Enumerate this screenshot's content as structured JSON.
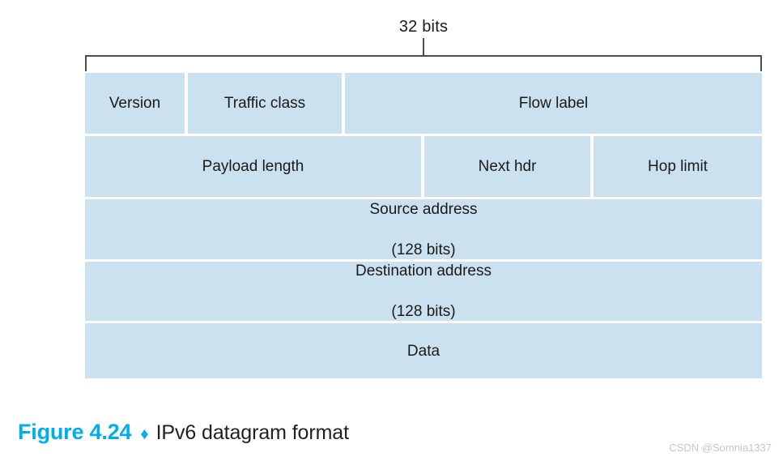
{
  "figure": {
    "width_label": "32 bits",
    "caption_number": "Figure 4.24",
    "caption_diamond": "♦",
    "caption_text": "IPv6 datagram format",
    "watermark": "CSDN @Somnia1337",
    "accent_color": "#00AEEF",
    "field_fill_color": "#cbe1f0",
    "rule_color": "#4d4d4d",
    "background_color": "#ffffff"
  },
  "chart_data": {
    "type": "diagram",
    "title": "IPv6 datagram format",
    "total_width_bits": 32,
    "rows": [
      {
        "fields": [
          {
            "label": "Version",
            "bits": 4
          },
          {
            "label": "Traffic class",
            "bits": 8
          },
          {
            "label": "Flow label",
            "bits": 20
          }
        ]
      },
      {
        "fields": [
          {
            "label": "Payload length",
            "bits": 16
          },
          {
            "label": "Next hdr",
            "bits": 8
          },
          {
            "label": "Hop limit",
            "bits": 8
          }
        ]
      },
      {
        "fields": [
          {
            "label": "Source address",
            "sublabel": "(128 bits)",
            "bits": 128
          }
        ]
      },
      {
        "fields": [
          {
            "label": "Destination address",
            "sublabel": "(128 bits)",
            "bits": 128
          }
        ]
      },
      {
        "fields": [
          {
            "label": "Data"
          }
        ]
      }
    ]
  },
  "cells": {
    "version": "Version",
    "traffic_class": "Traffic class",
    "flow_label": "Flow label",
    "payload_length": "Payload length",
    "next_hdr": "Next hdr",
    "hop_limit": "Hop limit",
    "source_address": "Source address",
    "source_address_bits": "(128 bits)",
    "destination_address": "Destination address",
    "destination_address_bits": "(128 bits)",
    "data": "Data"
  }
}
